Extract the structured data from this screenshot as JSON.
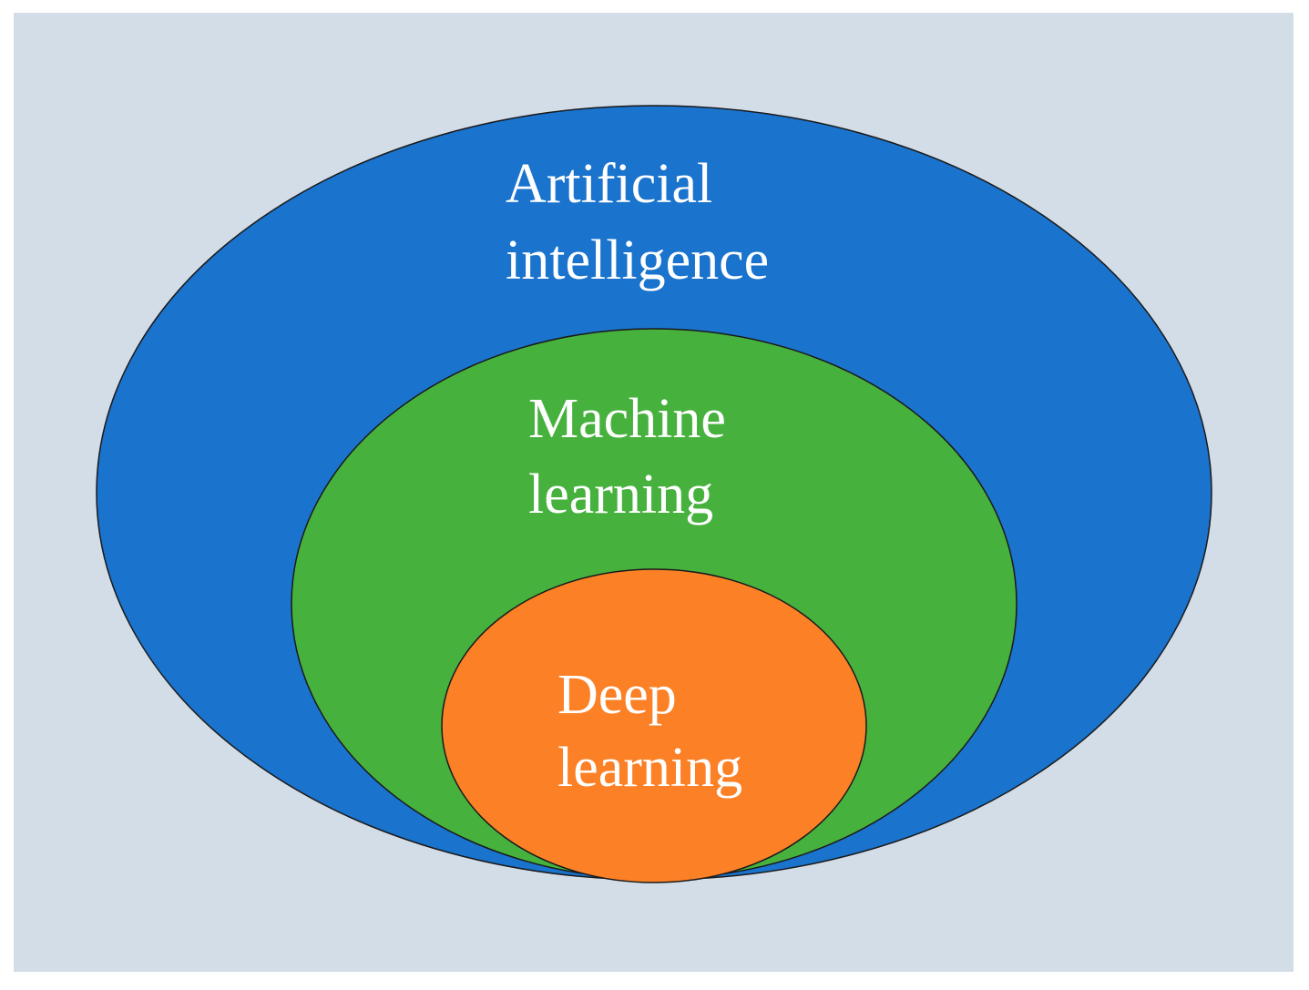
{
  "diagram": {
    "colors": {
      "page": "#ffffff",
      "panel": "#d3dde8",
      "outer": "#1a73cc",
      "middle": "#47b13e",
      "inner": "#fb8026",
      "stroke": "#1a1a1a",
      "text": "#ffffff"
    },
    "ai": {
      "line1": "Artificial",
      "line2": "intelligence"
    },
    "ml": {
      "line1": "Machine",
      "line2": "learning"
    },
    "dl": {
      "line1": "Deep",
      "line2": "learning"
    }
  }
}
